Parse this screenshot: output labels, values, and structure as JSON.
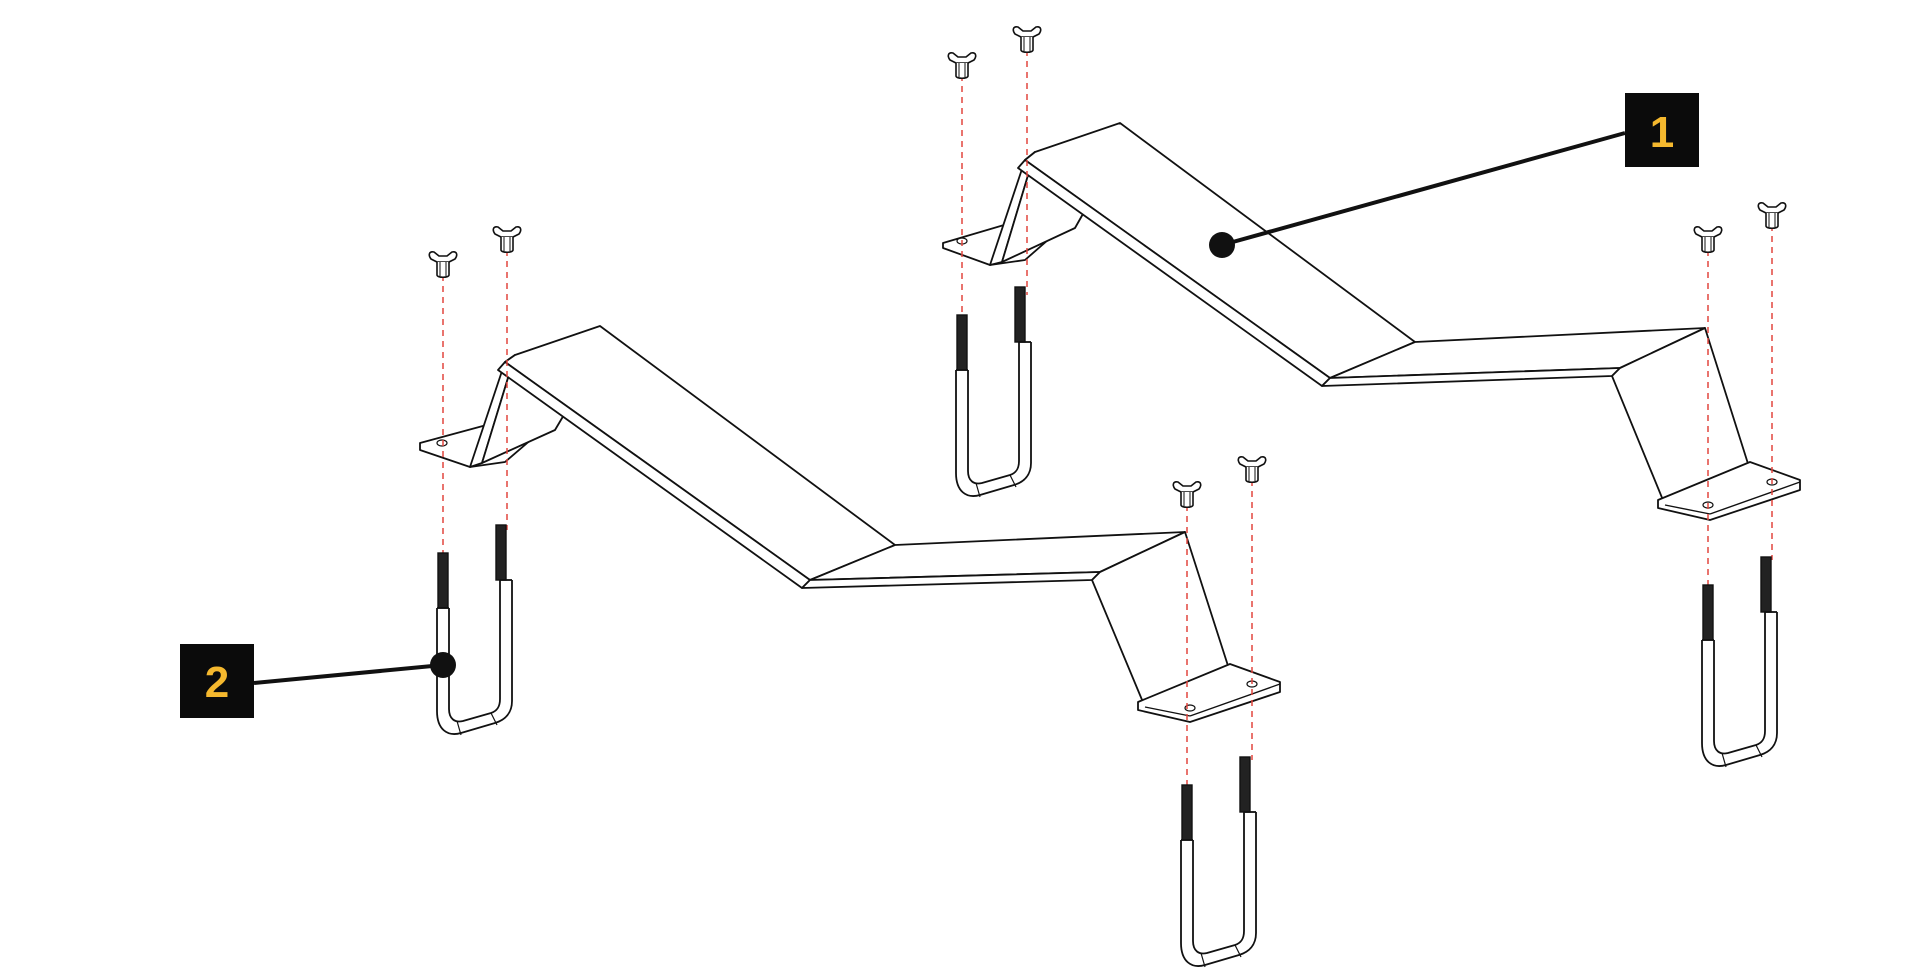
{
  "diagram": {
    "callouts": [
      {
        "id": "callout-1",
        "label": "1"
      },
      {
        "id": "callout-2",
        "label": "2"
      }
    ],
    "colors": {
      "line": "#111111",
      "callout_box": "#0b0b0b",
      "callout_text": "#f5b82e",
      "guide": "#e2463f",
      "fill": "#ffffff"
    }
  }
}
